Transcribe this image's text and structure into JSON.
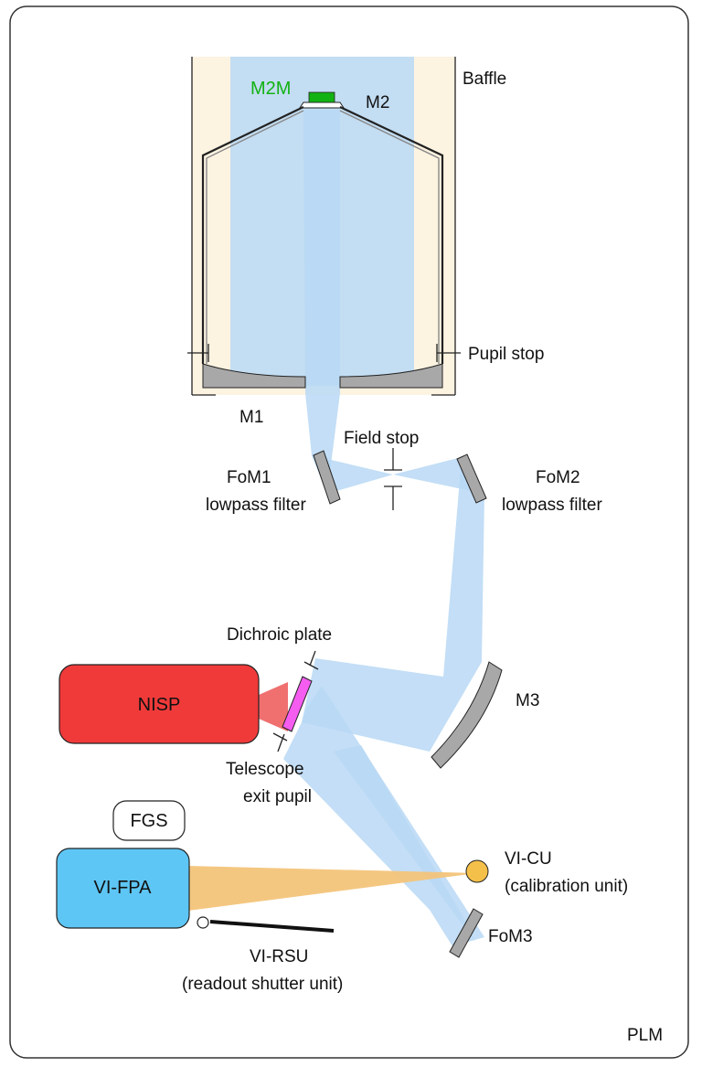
{
  "labels": {
    "baffle": "Baffle",
    "m2m": "M2M",
    "m2": "M2",
    "pupil_stop": "Pupil stop",
    "m1": "M1",
    "field_stop": "Field stop",
    "fom1_line1": "FoM1",
    "fom1_line2": "lowpass filter",
    "fom2_line1": "FoM2",
    "fom2_line2": "lowpass filter",
    "dichroic_plate": "Dichroic plate",
    "nisp": "NISP",
    "m3": "M3",
    "exit_pupil_line1": "Telescope",
    "exit_pupil_line2": "exit pupil",
    "fgs": "FGS",
    "vi_fpa": "VI-FPA",
    "vi_cu_line1": "VI-CU",
    "vi_cu_line2": "(calibration unit)",
    "fom3": "FoM3",
    "vi_rsu_line1": "VI-RSU",
    "vi_rsu_line2": "(readout shutter unit)",
    "plm": "PLM"
  },
  "colors": {
    "baffle_fill": "#fdf3e1",
    "beam": "#b8d8f5",
    "mirror": "#a8a8a8",
    "m2m_green": "#12b212",
    "nisp_red": "#f03a3a",
    "nisp_cone": "#f07070",
    "dichroic_magenta": "#f55cf0",
    "vi_fpa_blue": "#5ec6f5",
    "calibration_orange": "#f5c04a",
    "calibration_cone": "#f3c47a"
  }
}
